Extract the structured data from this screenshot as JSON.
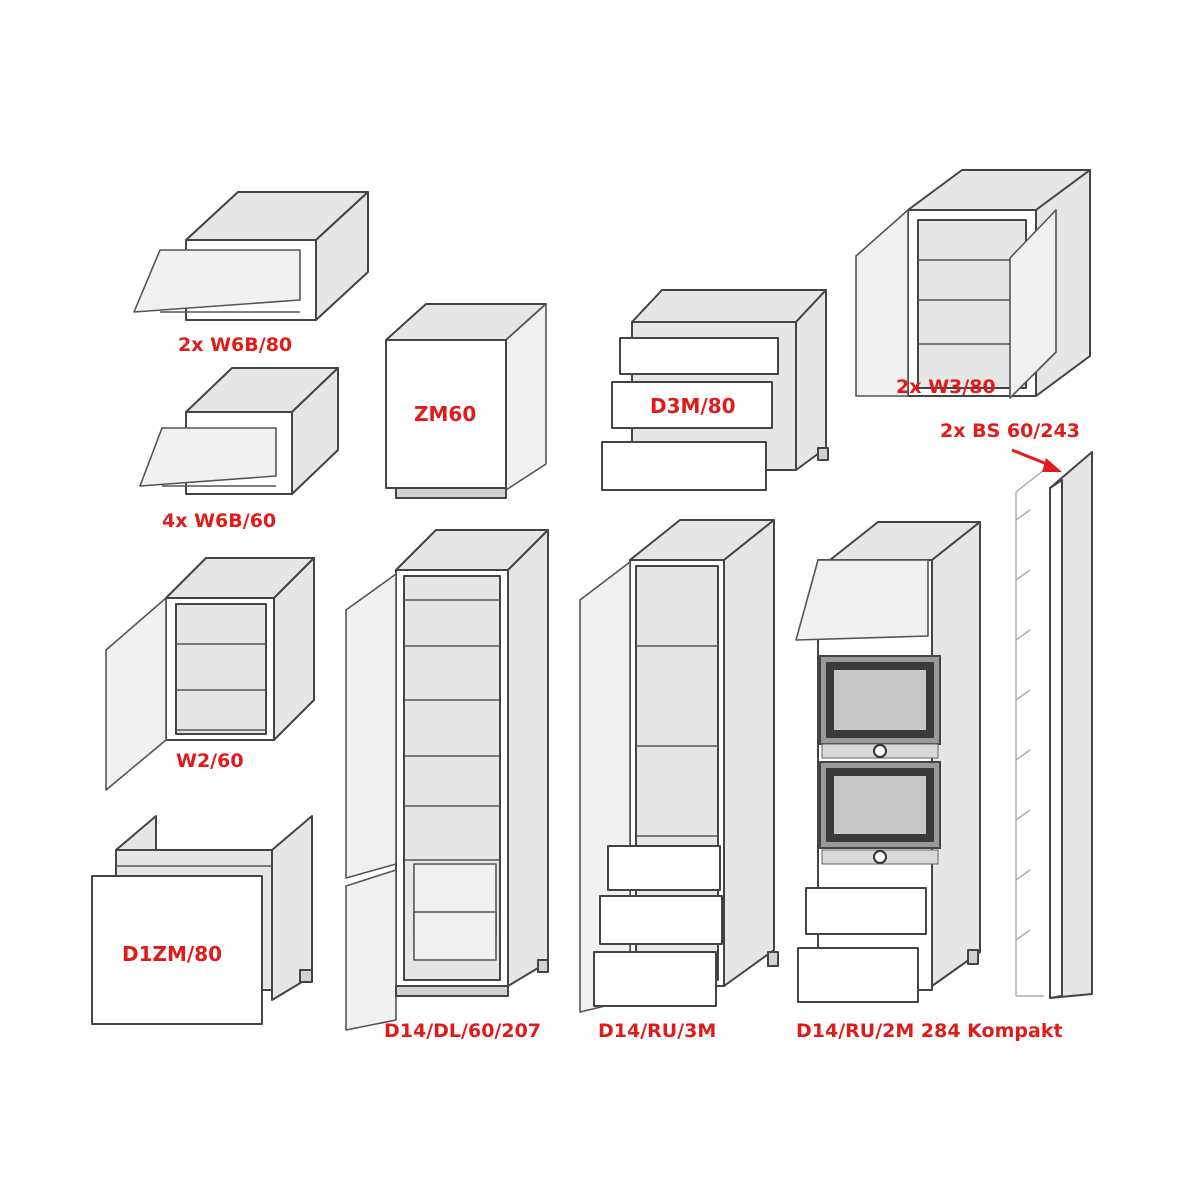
{
  "labels": {
    "w6b80": "2x W6B/80",
    "w6b60": "4x W6B/60",
    "w260": "W2/60",
    "d1zm80": "D1ZM/80",
    "zm60": "ZM60",
    "d3m80": "D3M/80",
    "w380": "2x W3/80",
    "bs60243": "2x BS 60/243",
    "d14dl": "D14/DL/60/207",
    "d14ru3m": "D14/RU/3M",
    "d14ru2m": "D14/RU/2M 284 Kompakt"
  },
  "colors": {
    "label": "#e01b1b",
    "outline": "#444444",
    "panel": "#e6e6e6",
    "oven": "#3a3a3a"
  }
}
